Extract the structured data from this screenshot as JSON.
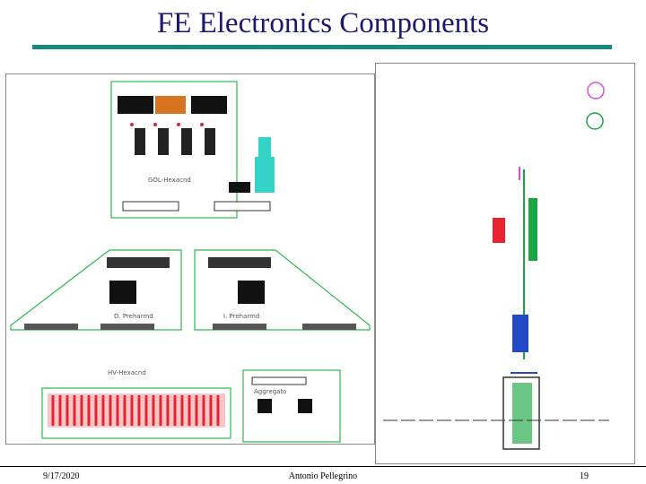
{
  "slide": {
    "title": "FE Electronics Components",
    "footer_date": "9/17/2020",
    "footer_author": "Antonio Pellegrino",
    "footer_page": "19"
  },
  "drawings": {
    "board_top_label": "GOL-Hexacnd",
    "board_left_label": "D. Preharmd",
    "board_right_label": "I. Preharmd",
    "board_hv_label": "HV-Hexacnd",
    "board_small_label": "Aggregato"
  },
  "colors": {
    "title": "#1a1a6e",
    "rule": "#138a7e",
    "pcb_outline": "#2fb84a",
    "connector_red": "#e8232f",
    "chip_orange": "#d8731f",
    "cyan_part": "#33d3c8",
    "blue_part": "#2249c9"
  }
}
